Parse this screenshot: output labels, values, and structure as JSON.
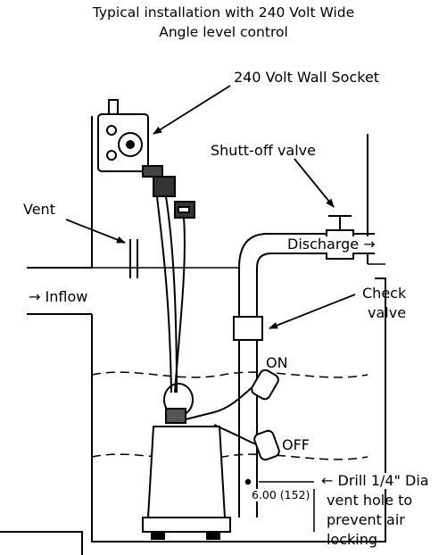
{
  "title": {
    "line1": "Typical installation with 240 Volt Wide",
    "line2": "Angle level control"
  },
  "labels": {
    "wall_socket": "240 Volt Wall Socket",
    "shutoff_valve": "Shutt-off valve",
    "vent": "Vent",
    "discharge": "Discharge",
    "inflow": "Inflow",
    "check_valve_line1": "Check",
    "check_valve_line2": "valve",
    "float_on": "ON",
    "float_off": "OFF",
    "drill_line1": "Drill 1/4\" Dia",
    "drill_line2": "vent hole to",
    "drill_line3": "prevent air",
    "drill_line4": "locking",
    "dimension": "6.00 (152)"
  },
  "arrows": {
    "discharge": "→",
    "inflow": "→",
    "drill": "←"
  }
}
